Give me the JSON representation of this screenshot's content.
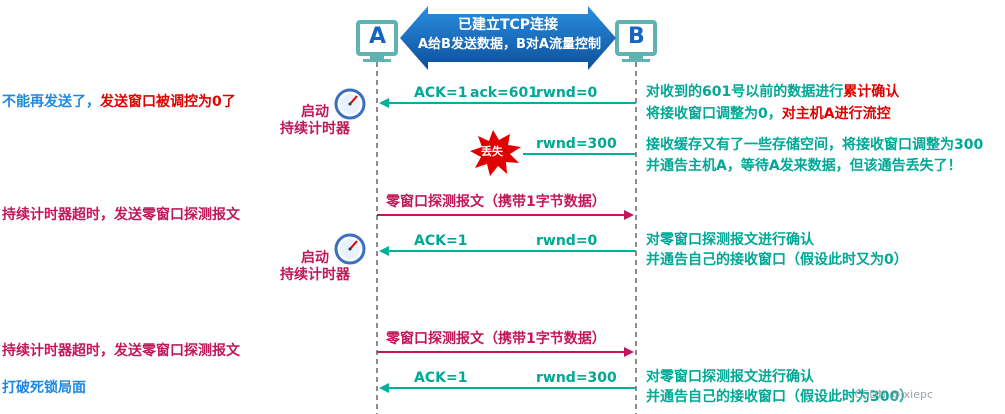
{
  "colors": {
    "teal": "#00b09b",
    "pink": "#c2185b",
    "red": "#e00000",
    "blue": "#1565c0",
    "host_box": "#5fb3b3"
  },
  "hosts": {
    "a_label": "A",
    "b_label": "B"
  },
  "banner": {
    "line1": "已建立TCP连接",
    "line2": "A给B发送数据，B对A流量控制"
  },
  "rows": [
    {
      "direction": "b_to_a",
      "color": "teal",
      "msg_parts": [
        "ACK=1",
        "ack=601",
        "rwnd=0"
      ],
      "left_note": {
        "text": "不能再发送了，",
        "highlight": "发送窗口被调控为0了"
      },
      "timer_label": [
        "启动",
        "持续计时器"
      ],
      "right_notes": [
        {
          "text": "对收到的601号以前的数据进行",
          "highlight": "累计确认"
        },
        {
          "text": "将接收窗口调整为0，",
          "highlight": "对主机A进行流控"
        }
      ]
    },
    {
      "direction": "b_to_a_lost",
      "color": "teal",
      "msg_parts": [
        "rwnd=300"
      ],
      "lost_label": "丢失",
      "right_notes": [
        {
          "text": "接收缓存又有了一些存储空间，将接收窗口调整为300"
        },
        {
          "text": "并通告主机A，等待A发来数据，但该通告丢失了！"
        }
      ]
    },
    {
      "direction": "a_to_b",
      "color": "pink",
      "msg_parts": [
        "零窗口探测报文（携带1字节数据）"
      ],
      "left_note": {
        "text": "持续计时器超时，发送零窗口探测报文"
      }
    },
    {
      "direction": "b_to_a",
      "color": "teal",
      "msg_parts": [
        "ACK=1",
        "rwnd=0"
      ],
      "timer_label": [
        "启动",
        "持续计时器"
      ],
      "right_notes": [
        {
          "text": "对零窗口探测报文进行确认"
        },
        {
          "text": "并通告自己的接收窗口（假设此时又为0）"
        }
      ]
    },
    {
      "direction": "a_to_b",
      "color": "pink",
      "msg_parts": [
        "零窗口探测报文（携带1字节数据）"
      ],
      "left_note": {
        "text": "持续计时器超时，发送零窗口探测报文"
      }
    },
    {
      "direction": "b_to_a",
      "color": "teal",
      "msg_parts": [
        "ACK=1",
        "rwnd=300"
      ],
      "left_note": {
        "text": "打破死锁局面"
      },
      "right_notes": [
        {
          "text": "对零窗口探测报文进行确认"
        },
        {
          "text": "并通告自己的接收窗口（假设此时为300）"
        }
      ]
    }
  ],
  "watermark": "CSDN @Jxiepc"
}
